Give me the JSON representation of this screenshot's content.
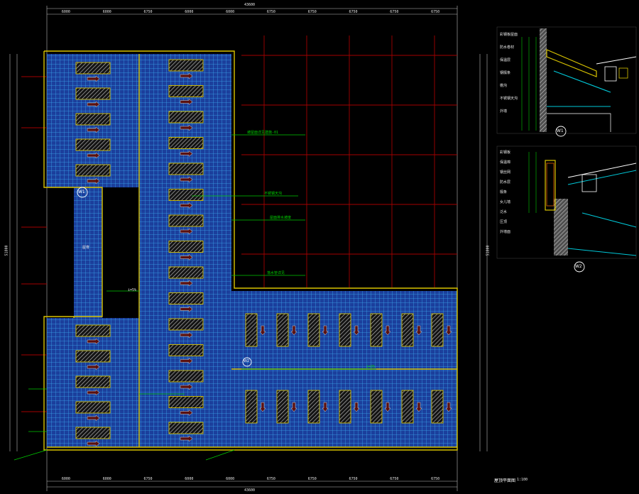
{
  "drawing": {
    "title": "屋顶平面图",
    "scale": "1:100",
    "colors": {
      "background": "#000000",
      "roof_fill": "#1a3fa0",
      "roof_grid": "#39b4ff",
      "outline_yellow": "#d8c300",
      "dim_line": "#cfcfcf",
      "axis_red": "#b30000",
      "leader_green": "#00c800",
      "detail_cyan": "#00c8d8"
    },
    "dimensions": {
      "top_overall": "43600",
      "bottom_overall": "43600",
      "left_overall": "51800",
      "right_overall": "51800",
      "top_segments": [
        "6000",
        "6000",
        "6750",
        "6000",
        "6000",
        "6750",
        "6750",
        "6750",
        "6750",
        "6750"
      ],
      "bottom_segments": [
        "6000",
        "6000",
        "6750",
        "6000",
        "6000",
        "6750",
        "6750",
        "6750",
        "6750",
        "6750"
      ]
    },
    "annotations": {
      "callout_1": "坡屋面详见建施-01",
      "callout_2": "不锈钢天沟",
      "callout_3": "屋面排水坡度",
      "callout_4": "i=2%",
      "callout_5": "落水管详见",
      "slope_label": "i=5%",
      "ridge_label": "屋脊"
    },
    "details": {
      "detail_1_tag": "W1",
      "detail_2_tag": "W2",
      "detail_1_notes": [
        "彩钢板屋面",
        "防水卷材",
        "保温层",
        "钢檩条",
        "檐沟",
        "不锈钢天沟",
        "外墙"
      ],
      "detail_2_notes": [
        "彩钢板",
        "保温棉",
        "钢丝网",
        "防水层",
        "檩条",
        "女儿墙",
        "泛水",
        "压顶",
        "外墙面"
      ]
    },
    "markers": {
      "section_1": "W1",
      "section_2": "W2"
    }
  }
}
